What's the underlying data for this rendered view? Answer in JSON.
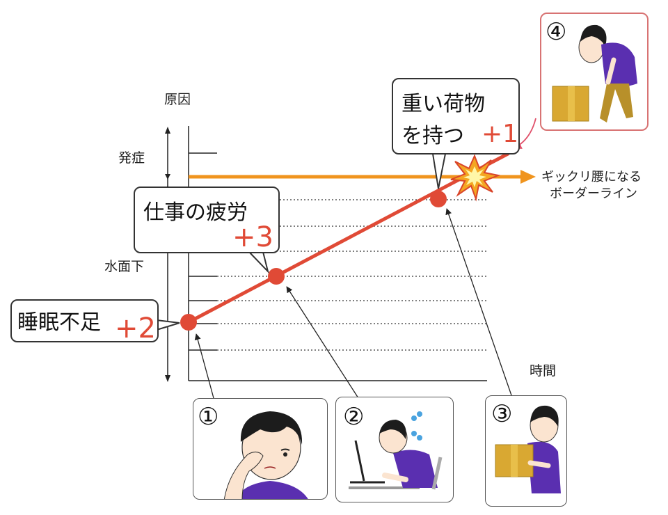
{
  "labels": {
    "cause": "原因",
    "onset": "発症",
    "underwater": "水面下",
    "time": "時間",
    "border_line_1": "ギックリ腰になる",
    "border_line_2": "ボーダーライン"
  },
  "callouts": {
    "sleep": {
      "text": "睡眠不足",
      "delta": "+2"
    },
    "fatigue": {
      "text": "仕事の疲労",
      "delta": "+3"
    },
    "heavy_1": "重い荷物",
    "heavy_2": "を持つ",
    "heavy_delta": "+1"
  },
  "panels": {
    "p1": "①",
    "p2": "②",
    "p3": "③",
    "p4": "④"
  },
  "colors": {
    "trend": "#e04a36",
    "border_line": "#f0941e",
    "delta": "#e04a36",
    "shirt": "#5a2fb0",
    "box": "#d9a832"
  }
}
